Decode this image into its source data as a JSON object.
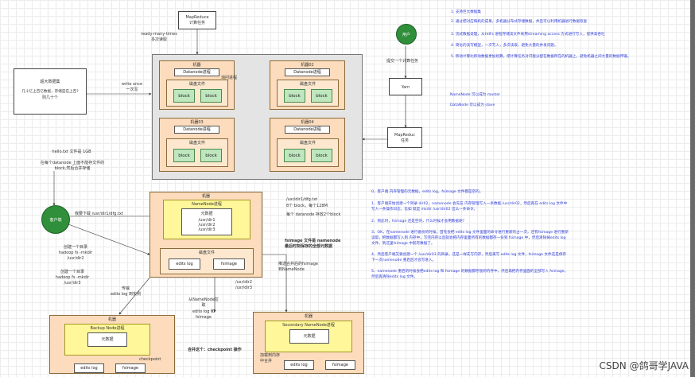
{
  "mapreduce_top": {
    "line1": "MapReduce",
    "line2": "计算任务"
  },
  "ready_many_times": {
    "line1": "ready-many-times",
    "line2": "多次读取"
  },
  "write_once": {
    "line1": "write once",
    "line2": "一次写"
  },
  "big_data": {
    "title": "超大数据集",
    "line2": "几十亿上百亿数据，存储是在上百?",
    "line3": "则几十个"
  },
  "machines": {
    "m1": {
      "label": "机器",
      "proc": "Datanode进程",
      "disk": "磁盘文件",
      "b1": "block",
      "b2": "block"
    },
    "m2": {
      "label": "机器02",
      "proc": "Datanode进程",
      "disk": "磁盘文件",
      "b1": "block",
      "b2": "block"
    },
    "m3": {
      "label": "机器03",
      "proc": "Datanode进程",
      "disk": "磁盘文件",
      "b1": "block",
      "b2": "block"
    },
    "m4": {
      "label": "机器04",
      "proc": "Datanode进程",
      "disk": "磁盘文件",
      "b1": "block",
      "b2": "block"
    }
  },
  "ask_process": "询问进程",
  "user": "用户",
  "submit_task": "提交一个计算任务",
  "yarn": "Yarn",
  "mapreduce_right": {
    "line1": "MapReduc",
    "line2": "任务"
  },
  "notes_top": [
    "1.  支持巨大数据集",
    "2.  通过把对应每机的成果，多机器分布式存储数据，并且可以利用机器进行数据恢复",
    "3.  流式数据处理，从HdFs 进程存储读文件采用streaming access 方式进行写入，提供高吞吐",
    "4.  简化的读写模型，一次写入，多次读取，避免大量的并发问题。",
    "5.  移动计算比移动数据更加划算，把计算任务对可能分配在数据所在的机器上，避免机器之间大量的数据传输。"
  ],
  "roles": {
    "namenode": "NameNode 可以成为 master",
    "datanode": "DataNode 可以成为 slave"
  },
  "hello_txt": {
    "line1": "hello.txt 文件是 1GB",
    "line2": "在每个datanode 上面不能存文件的",
    "line3": "block,然后合并存储"
  },
  "namenode_machine": {
    "label": "机器",
    "proc": "NameNode进程",
    "mem": "元数据",
    "p1": "/usr/dir1",
    "p2": "/usr/dir2",
    "p3": "/usr/dir3",
    "disk": "磁盘文件",
    "edits": "edits log",
    "fsimage": "fsimage"
  },
  "client": "客户端",
  "download": "我要下载 /usr/dir1/dfg.txt",
  "dir_info": {
    "line1": "/usr/dir1/dfg.txt",
    "line2": "8个 block，每个128M",
    "line3": "每个 datanode 存放2个block"
  },
  "fsimage_note": {
    "line1": "fsimage 文件是 namenode",
    "line2": "最后时刻保存的全部元数据"
  },
  "merge_note": {
    "line1": "推送合并后的fsimage",
    "line2": "到NameNode"
  },
  "create_dir2": {
    "line1": "创建一个目录",
    "line2": "hadoop fs -mkdir",
    "line3": "/usr/dir2"
  },
  "create_dir3": {
    "line1": "创建一个目录",
    "line2": "hadoop fs -mkdir",
    "line3": "/usr/dir3"
  },
  "usr_dirs_right": {
    "line1": "/usr/dir2",
    "line2": "/usr/dir3"
  },
  "sync_note": {
    "line1": "传输",
    "line2": "edits log 到实例"
  },
  "pull_note": {
    "line1": "从NameNode拉",
    "line2": "取",
    "line3": "edits log 和",
    "line4": "fsimage"
  },
  "checkpoint": "合并这个：checkpoint 操作",
  "backup": {
    "label": "机器",
    "proc": "Backup Node进程",
    "mem": "元数据",
    "edits": "edits log",
    "fsimage": "fsimage",
    "checkpoint": "checkpoint"
  },
  "secondary": {
    "label": "机器",
    "proc": "Secondary NameNode进程",
    "mem": "元数据",
    "load": "加载到内存",
    "merge": "中合并",
    "edits": "edits log",
    "fsimage": "fsimage"
  },
  "notes_bottom": [
    "0、客户端 内存管理的元数据，edits log，fsimage 文件都是空的。",
    "1、客户端开始创建一个目录 dir02，namenode 会先在 内存管理写入一条数据 /usr/dir02，然后再在 edits log 文件中",
    "写入一条操作日志，比如 就是 mkdir /usr/dir02 这么一条命令。",
    "2、到此时，fsimage 还是空的，什么时候才会用数据呢?",
    "3、OK，在namenode 进行备份的时候，首先会把 edits log 文件里面的命令进行重新的占一次，还有fsimage 进行重新",
    "读取，把数据都写入到 内存中，写完内存以后就会把内存里面所有的数据都存一份到 fsimage 中，然后清除掉edits log",
    "文件。到这里fsimage 中就有数据了。",
    "4、然后客户端又要创建一个 /usr/dir03 的目录，还是一样先写内存，然后再写 edits log 文件，fsimage 文件还是保存",
    "下一次namenode 重启后才会写进入。",
    "5、namenode 重启的时候会把edits log 和 fsimage 的数据都存放到内存中，然后再把内存里面的全部写入 fsimage，",
    "然后再清除edits log 文件。"
  ],
  "watermark": "CSDN @鸽哥学JAVA"
}
